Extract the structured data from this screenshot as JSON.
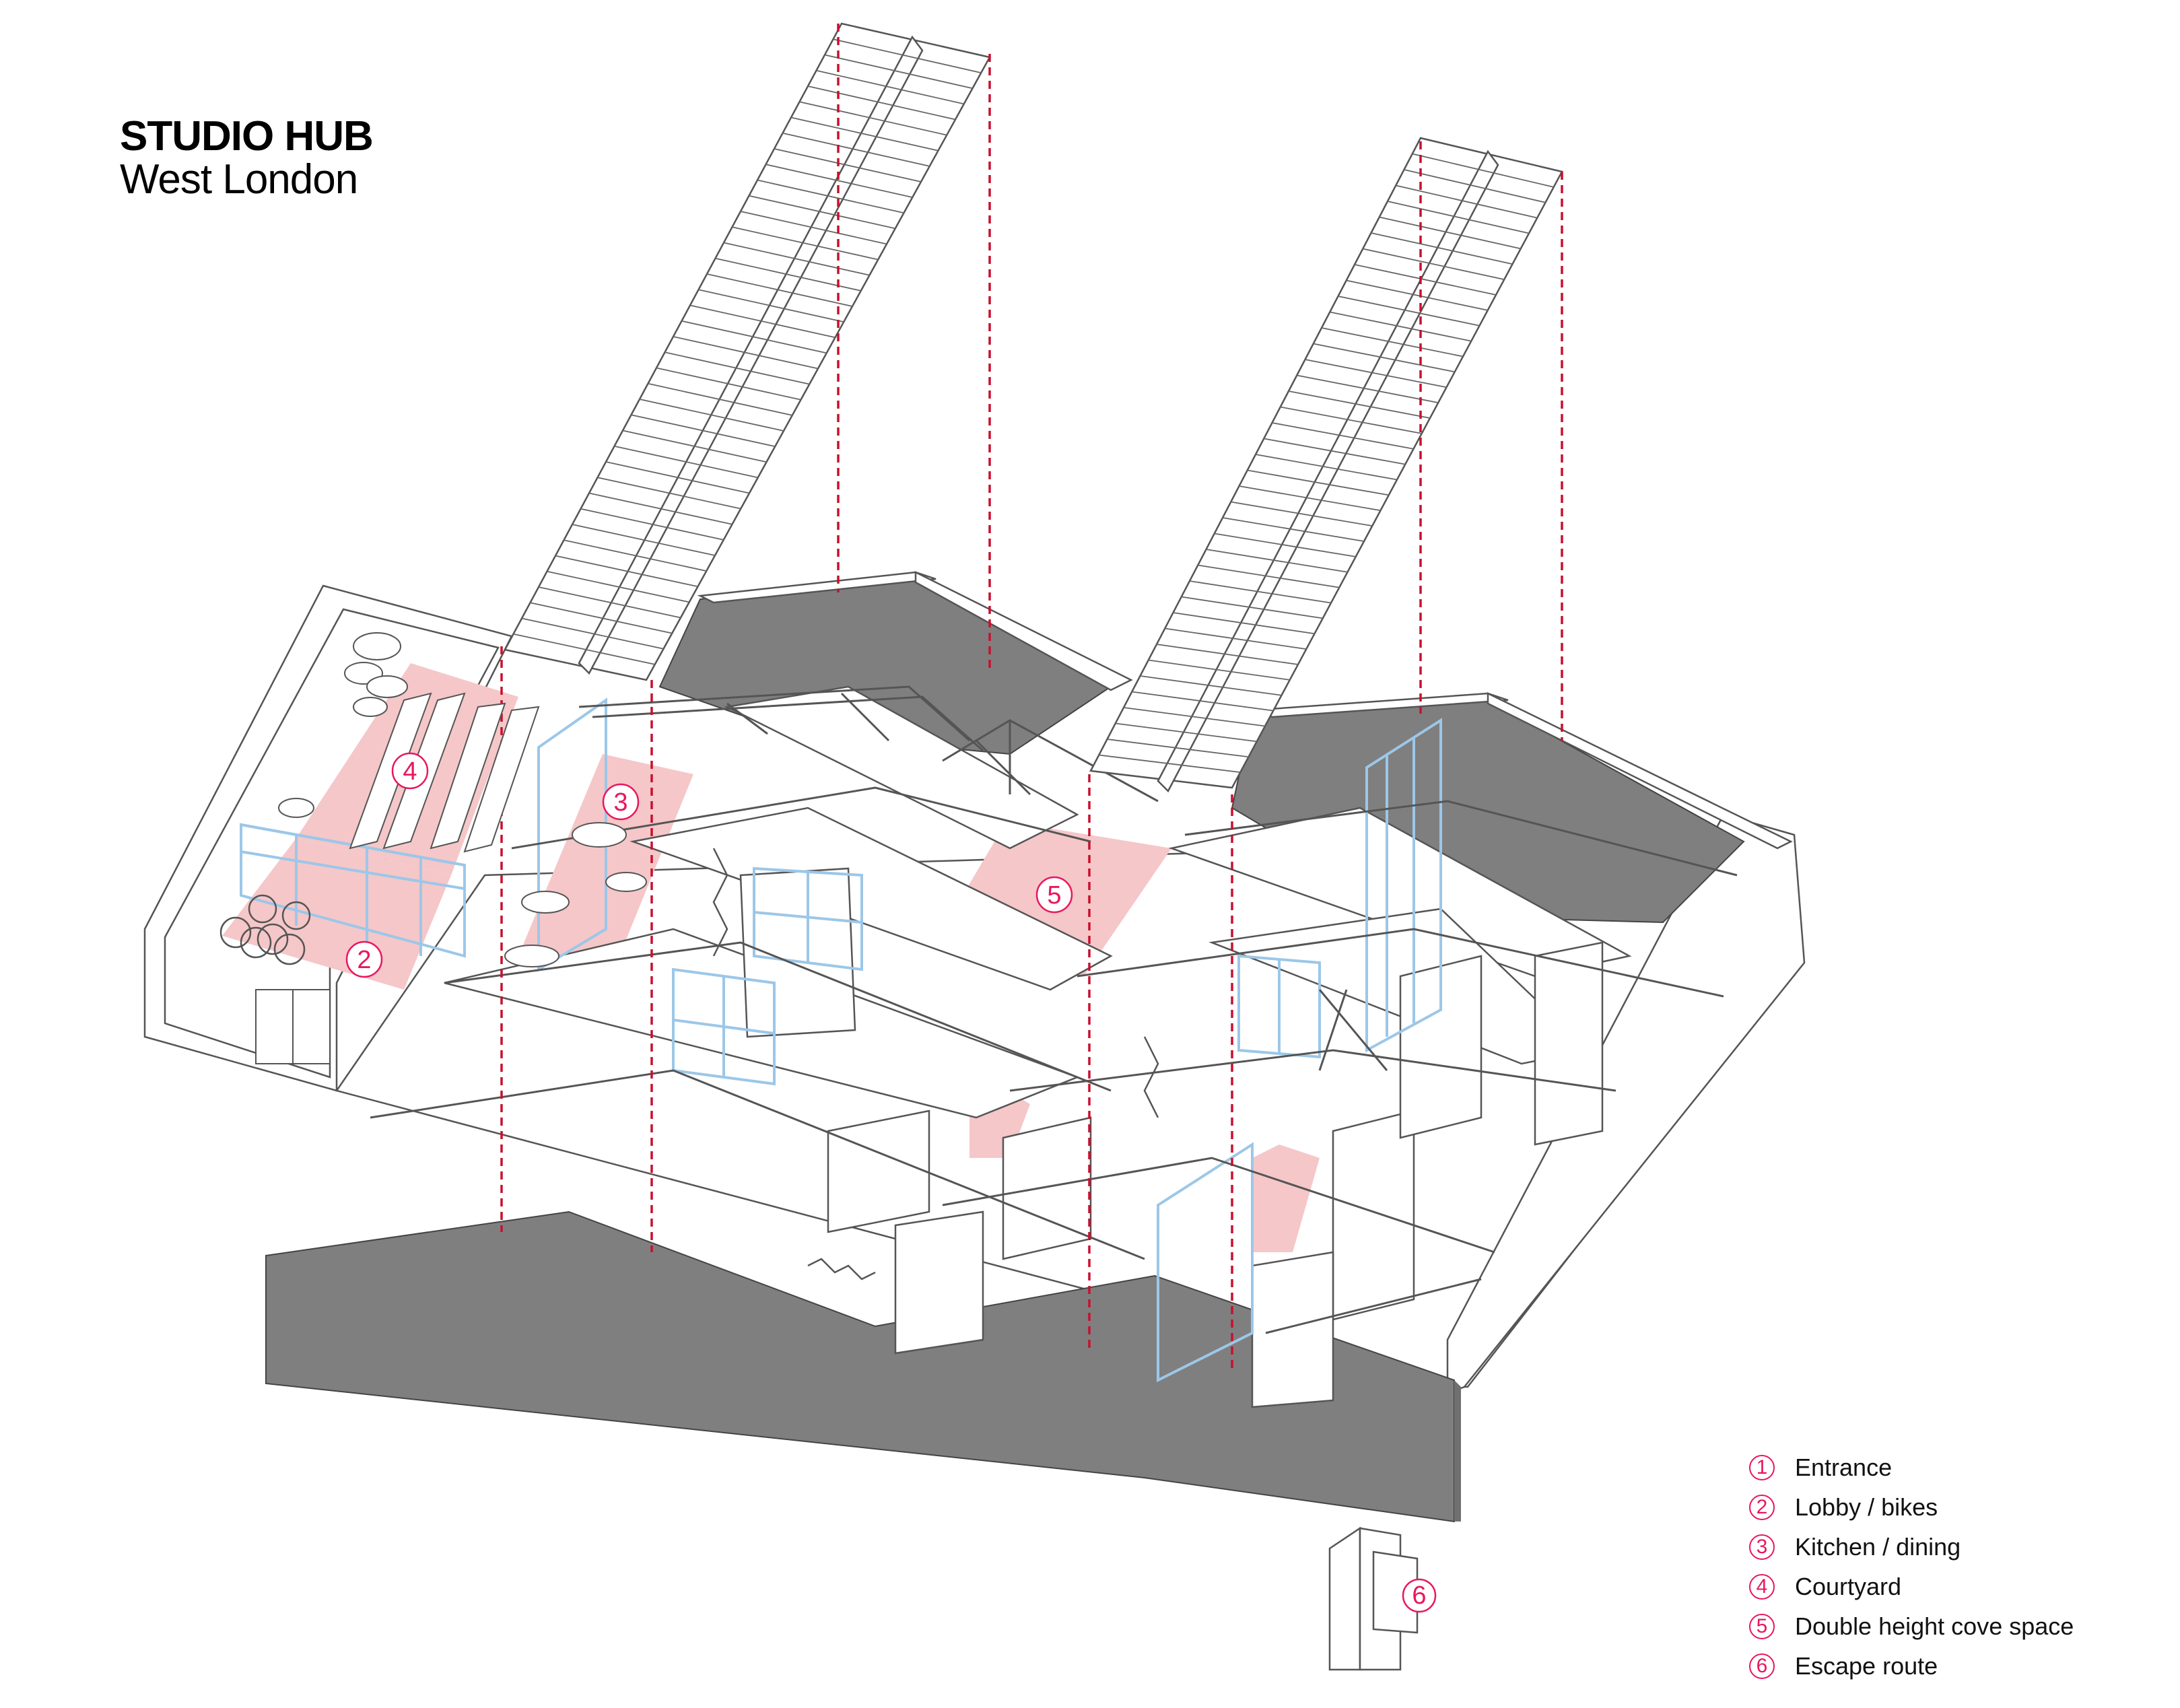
{
  "title": "STUDIO HUB",
  "subtitle": "West London",
  "legend": [
    {
      "num": "1",
      "label": "Entrance"
    },
    {
      "num": "2",
      "label": "Lobby / bikes"
    },
    {
      "num": "3",
      "label": "Kitchen / dining"
    },
    {
      "num": "4",
      "label": "Courtyard"
    },
    {
      "num": "5",
      "label": "Double height cove space"
    },
    {
      "num": "6",
      "label": "Escape route"
    }
  ],
  "markers": [
    "2",
    "3",
    "4",
    "5",
    "6"
  ],
  "colors": {
    "accent": "#e8175d",
    "floor_highlight": "#f5c7c9",
    "wall_section": "#7f7f7f",
    "glazing": "#9cc7e8",
    "line": "#555555"
  }
}
